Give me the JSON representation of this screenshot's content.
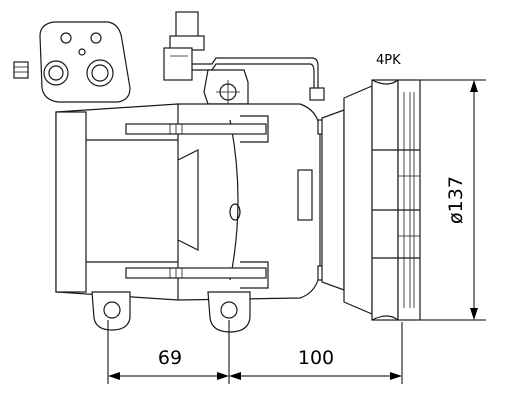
{
  "labels": {
    "belt_profile": "4PK"
  },
  "dimensions": {
    "pulley_diameter": "ø137",
    "mount_offset_left": "69",
    "mount_offset_right": "100"
  }
}
